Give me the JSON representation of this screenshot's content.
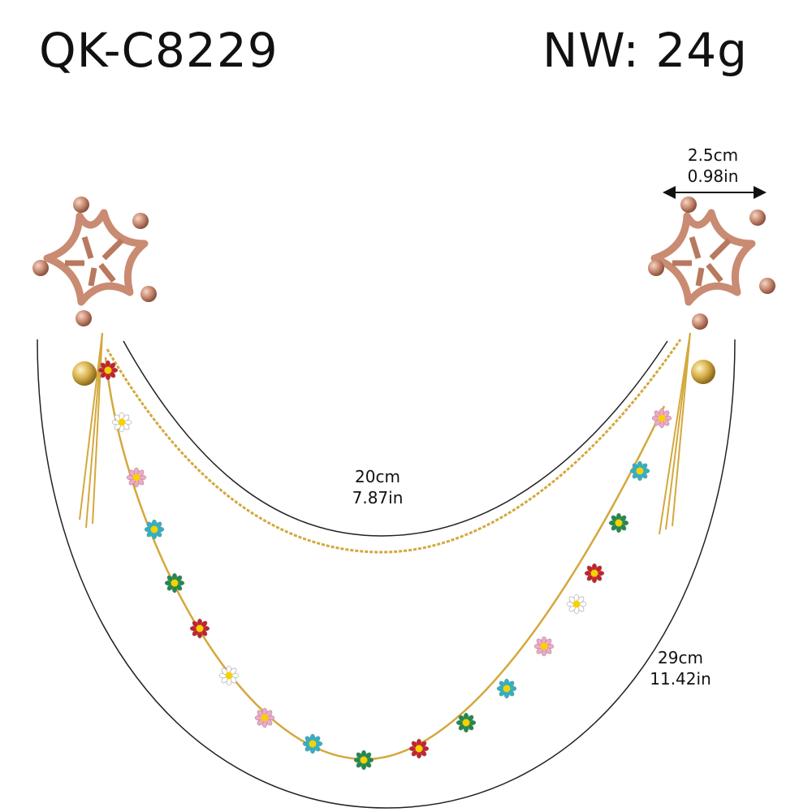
{
  "header": {
    "sku": "QK-C8229",
    "net_weight": "NW: 24g"
  },
  "dimensions": {
    "clamp_width": {
      "cm": "2.5cm",
      "in": "0.98in"
    },
    "short_chain": {
      "cm": "20cm",
      "in": "7.87in"
    },
    "long_chain": {
      "cm": "29cm",
      "in": "11.42in"
    }
  },
  "colors": {
    "clamp": "#c98b72",
    "chain": "#d4a83c",
    "flower_colors": [
      "#ffffff",
      "#f4a6c8",
      "#2bb3c8",
      "#1f8a4c",
      "#c8202a"
    ],
    "flower_center": "#f5d200",
    "guide_line": "#222222"
  }
}
